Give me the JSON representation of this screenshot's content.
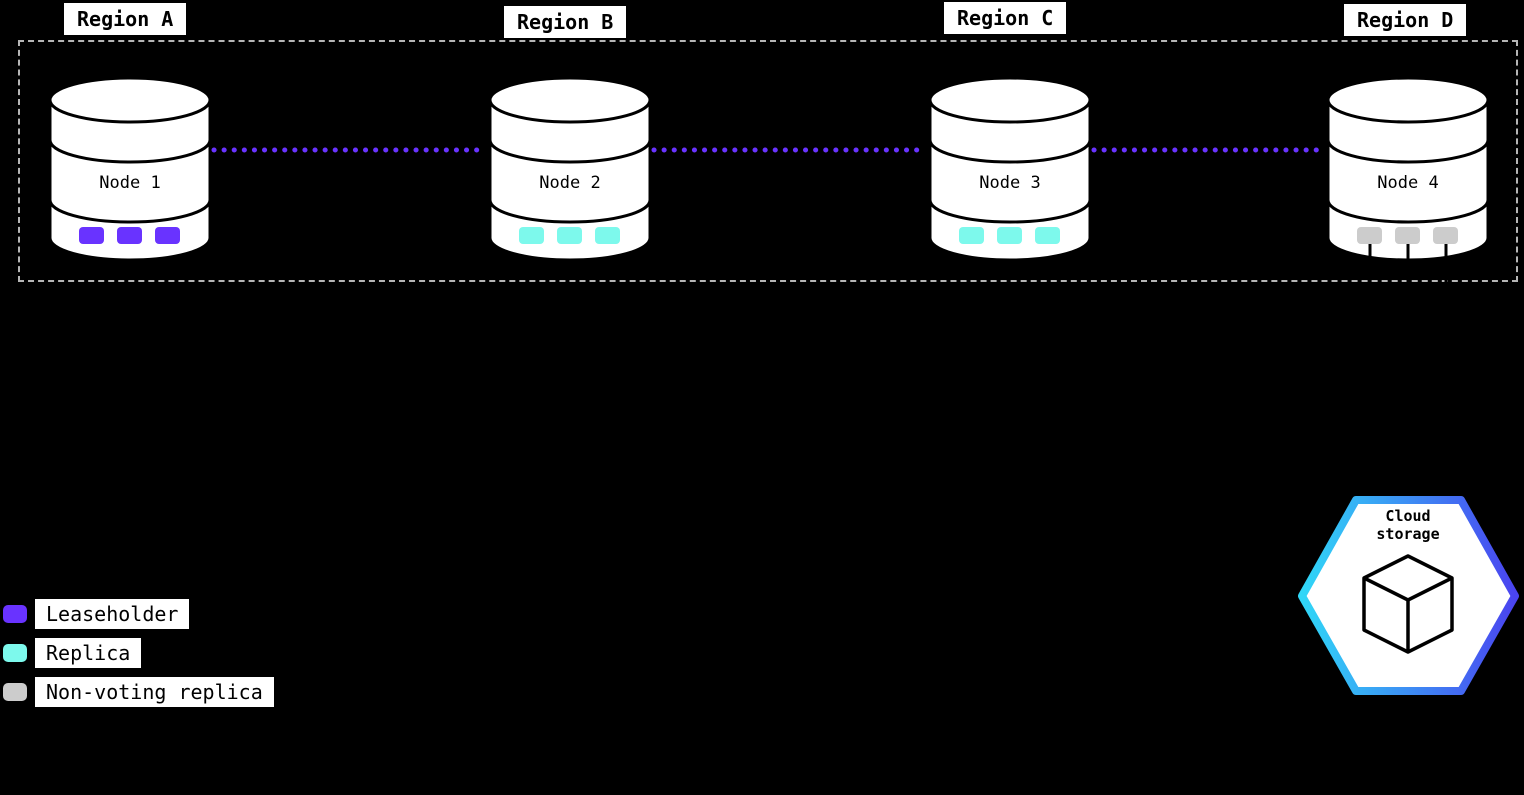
{
  "regions": [
    {
      "label": "Region A"
    },
    {
      "label": "Region B"
    },
    {
      "label": "Region C"
    },
    {
      "label": "Region D"
    }
  ],
  "nodes": [
    {
      "label": "Node 1",
      "replica_type": "leaseholder"
    },
    {
      "label": "Node 2",
      "replica_type": "replica"
    },
    {
      "label": "Node 3",
      "replica_type": "replica"
    },
    {
      "label": "Node 4",
      "replica_type": "non_voting"
    }
  ],
  "legend": {
    "items": [
      {
        "label": "Leaseholder",
        "color": "#6933ff"
      },
      {
        "label": "Replica",
        "color": "#7df9ec"
      },
      {
        "label": "Non-voting replica",
        "color": "#cccccc"
      }
    ]
  },
  "cloud_storage": {
    "label": "Cloud storage"
  },
  "colors": {
    "background": "#000000",
    "leaseholder": "#6933ff",
    "replica": "#7df9ec",
    "non_voting": "#cccccc",
    "link": "#6933ff",
    "cylinder_fill": "#ffffff",
    "outline": "#000000",
    "dashed_border": "#b6b6b6",
    "hex_gradient_start": "#30d7f7",
    "hex_gradient_end": "#4a44f0"
  }
}
